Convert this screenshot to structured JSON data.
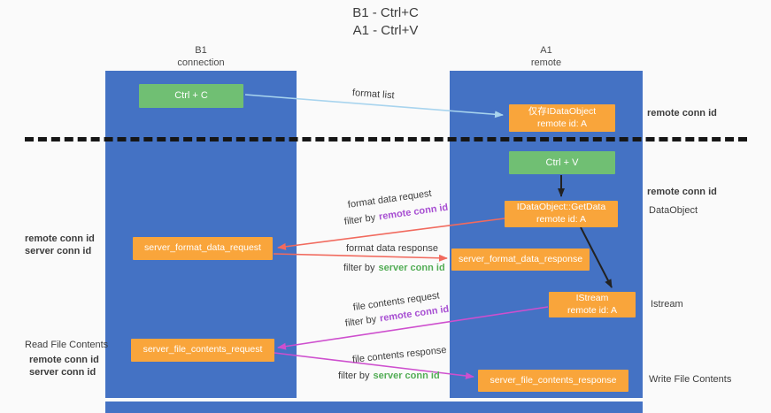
{
  "title": {
    "line1": "B1 - Ctrl+C",
    "line2": "A1 - Ctrl+V"
  },
  "lanes": {
    "left": {
      "name": "B1",
      "subtitle": "connection"
    },
    "right": {
      "name": "A1",
      "subtitle": "remote"
    }
  },
  "nodes": {
    "ctrl_c": "Ctrl + C",
    "ctrl_v": "Ctrl + V",
    "idataobject": {
      "line1": "仅存IDataObject",
      "line2": "remote id: A"
    },
    "getdata": {
      "line1": "IDataObject::GetData",
      "line2": "remote id: A"
    },
    "istream": {
      "line1": "IStream",
      "line2": "remote id: A"
    },
    "format_request": "server_format_data_request",
    "format_response": "server_format_data_response",
    "file_request": "server_file_contents_request",
    "file_response": "server_file_contents_response"
  },
  "edge_labels": {
    "format_list": "format list",
    "format_data_request": "format data request",
    "format_data_response": "format data response",
    "file_contents_request": "file contents request",
    "file_contents_response": "file contents response",
    "filter_by": "filter by",
    "remote_conn_id": "remote conn id",
    "server_conn_id": "server conn id"
  },
  "side_labels": {
    "remote_conn_id": "remote conn id",
    "server_conn_id": "server conn id",
    "dataobject": "DataObject",
    "istream": "Istream",
    "read_file_contents": "Read File Contents",
    "write_file_contents": "Write File Contents"
  },
  "colors": {
    "lane_blue": "#4472c4",
    "box_green": "#70bf73",
    "box_orange": "#f9a53b",
    "arrow_blue": "#a8d4ee",
    "arrow_red": "#f16a5e",
    "arrow_magenta": "#ce4fce",
    "arrow_black": "#222222",
    "text_purple": "#a74ed2",
    "text_green": "#53ad56"
  }
}
